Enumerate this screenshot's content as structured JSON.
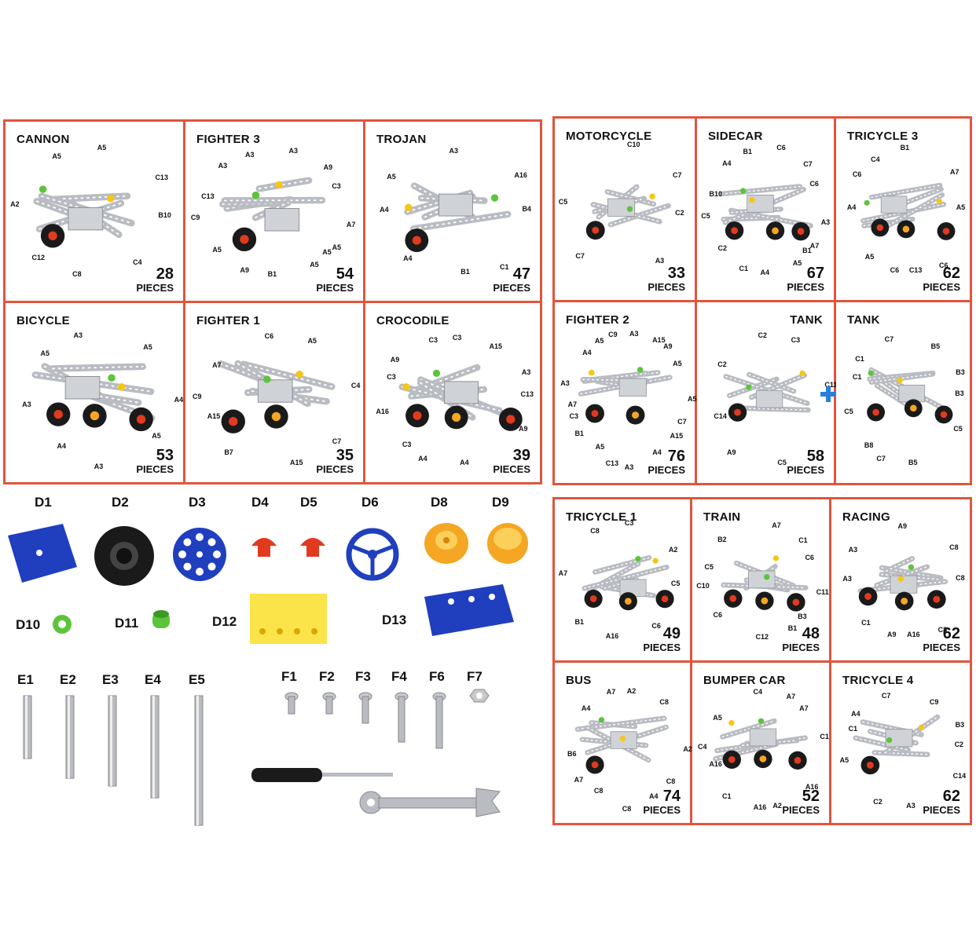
{
  "left_models": [
    {
      "name": "CANNON",
      "num": "28",
      "unit": "PIECES",
      "tags": [
        "B10",
        "C12",
        "A5",
        "C4",
        "A2",
        "C13",
        "C8",
        "A5"
      ]
    },
    {
      "name": "FIGHTER 3",
      "num": "54",
      "unit": "PIECES",
      "tags": [
        "A5",
        "C9",
        "A9",
        "B1",
        "A3",
        "A7",
        "A5",
        "A3",
        "A5",
        "C13",
        "C3",
        "A9",
        "A3",
        "A5"
      ]
    },
    {
      "name": "TROJAN",
      "num": "47",
      "unit": "PIECES",
      "tags": [
        "B1",
        "A5",
        "B4",
        "A4",
        "A3",
        "C1",
        "A4",
        "A16"
      ]
    },
    {
      "name": "BICYCLE",
      "num": "53",
      "unit": "PIECES",
      "tags": [
        "A4",
        "A3",
        "A5",
        "A3",
        "A5",
        "A3",
        "A5",
        "A4"
      ]
    },
    {
      "name": "FIGHTER 1",
      "num": "35",
      "unit": "PIECES",
      "tags": [
        "A15",
        "A5",
        "A15",
        "A7",
        "C4",
        "B7",
        "C6",
        "C7",
        "C9"
      ]
    },
    {
      "name": "CROCODILE",
      "num": "39",
      "unit": "PIECES",
      "tags": [
        "C3",
        "A3",
        "A4",
        "C3",
        "A9",
        "A16",
        "A15",
        "A4",
        "A9",
        "C13",
        "C3",
        "C3"
      ]
    }
  ],
  "right_top_models": [
    {
      "name": "MOTORCYCLE",
      "num": "33",
      "unit": "PIECES",
      "tags": [
        "C2",
        "C7",
        "C10",
        "A3",
        "C5",
        "C7"
      ]
    },
    {
      "name": "SIDECAR",
      "num": "67",
      "unit": "PIECES",
      "tags": [
        "B1",
        "C5",
        "C7",
        "A4",
        "A4",
        "A3",
        "C2",
        "C6",
        "A5",
        "B10",
        "C6",
        "C1",
        "B1",
        "A7"
      ]
    },
    {
      "name": "TRICYCLE 3",
      "num": "62",
      "unit": "PIECES",
      "tags": [
        "C13",
        "C6",
        "A5",
        "A5",
        "B1",
        "C6",
        "A4",
        "A7",
        "C6",
        "C4"
      ]
    },
    {
      "name": "FIGHTER 2",
      "num": "76",
      "unit": "PIECES",
      "tags": [
        "A5",
        "C9",
        "A15",
        "A7",
        "A9",
        "A3",
        "A4",
        "A5",
        "B1",
        "A3",
        "A4",
        "A3",
        "A5",
        "C13",
        "A5",
        "C7",
        "C3",
        "A15"
      ]
    },
    {
      "name": "TANK",
      "num": "58",
      "unit": "PIECES",
      "tags": [
        "C14",
        "C3",
        "C5",
        "C2",
        "C11",
        "A9",
        "C2"
      ]
    },
    {
      "name": "TANK",
      "num": "",
      "unit": "",
      "tags": [
        "C1",
        "B3",
        "C7",
        "C7",
        "C5",
        "C5",
        "B5",
        "B5",
        "C1",
        "B3",
        "B8"
      ]
    }
  ],
  "right_bottom_models": [
    {
      "name": "TRICYCLE 1",
      "num": "49",
      "unit": "PIECES",
      "tags": [
        "C5",
        "B1",
        "C3",
        "C6",
        "A7",
        "A2",
        "A16",
        "C8"
      ]
    },
    {
      "name": "TRAIN",
      "num": "48",
      "unit": "PIECES",
      "tags": [
        "B3",
        "C10",
        "C1",
        "C12",
        "B2",
        "C11",
        "C6",
        "A7",
        "B1",
        "C5",
        "C6"
      ]
    },
    {
      "name": "RACING",
      "num": "62",
      "unit": "PIECES",
      "tags": [
        "A16",
        "A3",
        "C8",
        "C1",
        "A9",
        "C8",
        "A3",
        "C8",
        "A9"
      ]
    },
    {
      "name": "BUS",
      "num": "74",
      "unit": "PIECES",
      "tags": [
        "C8",
        "A7",
        "C8",
        "B6",
        "C8",
        "C8",
        "A4",
        "A2",
        "A7",
        "A2",
        "A4"
      ]
    },
    {
      "name": "BUMPER CAR",
      "num": "52",
      "unit": "PIECES",
      "tags": [
        "A16",
        "A7",
        "A2",
        "A5",
        "C1",
        "C1",
        "C4",
        "A16",
        "C4",
        "A7",
        "A16"
      ]
    },
    {
      "name": "TRICYCLE 4",
      "num": "62",
      "unit": "PIECES",
      "tags": [
        "C1",
        "B3",
        "C2",
        "C7",
        "C14",
        "A5",
        "C9",
        "A3",
        "A4",
        "C2"
      ]
    }
  ],
  "parts": {
    "d_row1": [
      "D1",
      "D2",
      "D3",
      "D4",
      "D5",
      "D6",
      "D8",
      "D9"
    ],
    "d_row2": [
      "D10",
      "D11",
      "D12",
      "D13"
    ],
    "e_row": [
      "E1",
      "E2",
      "E3",
      "E4",
      "E5"
    ],
    "f_row": [
      "F1",
      "F2",
      "F3",
      "F4",
      "F6",
      "F7"
    ]
  },
  "colors": {
    "border": "#e0553d",
    "blue": "#1f3fbf",
    "yellow": "#f7c514",
    "orange": "#f5a623",
    "red": "#e23a1e",
    "green": "#5cc43a",
    "steel": "#b9bcc2"
  }
}
